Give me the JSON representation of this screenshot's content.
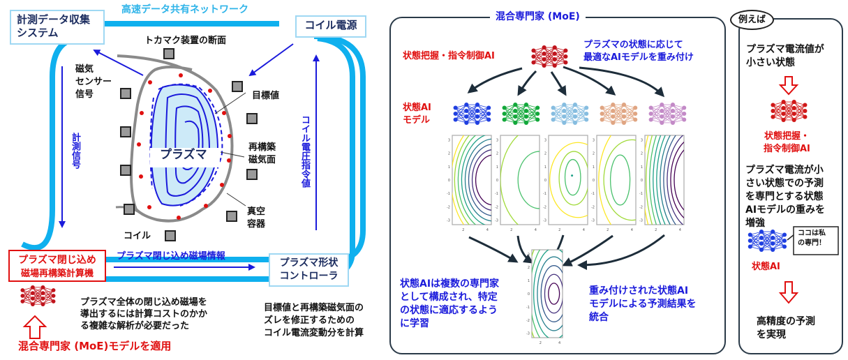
{
  "left": {
    "network_label": "高速データ共有ネットワーク",
    "data_system": [
      "計測データ収集",
      "システム"
    ],
    "coil_power": "コイル電源",
    "tokamak_title": "トカマク装置の断面",
    "sensor_signal": [
      "磁気",
      "センサー",
      "信号"
    ],
    "target_value": "目標値",
    "plasma": "プラズマ",
    "reconstructed_surface": [
      "再構築",
      "磁気面"
    ],
    "vacuum_vessel": [
      "真空",
      "容器"
    ],
    "coil": "コイル",
    "measurement_signal": "計測信号",
    "coil_voltage_command": "コイル電圧指令値",
    "reconstruction_computer": [
      "プラズマ閉じ込め",
      "磁場再構築計算機"
    ],
    "field_info": "プラズマ閉じ込め磁場情報",
    "shape_controller": [
      "プラズマ形状",
      "コントローラ"
    ],
    "cost_note": [
      "プラズマ全体の閉じ込め磁場を",
      "導出するには計算コストのかか",
      "る複雑な解析が必要だった"
    ],
    "controller_note": [
      "目標値と再構築磁気面の",
      "ズレを修正するための",
      "コイル電流変動分を計算"
    ],
    "apply_moe": "混合専門家 (MoE)モデルを適用"
  },
  "moe": {
    "title": "混合専門家 (MoE)",
    "gating_label": "状態把握・指令制御AI",
    "gating_note": [
      "プラズマの状態に応じて",
      "最適なAIモデルを重み付け"
    ],
    "expert_label": [
      "状態AI",
      "モデル"
    ],
    "expert_colors": [
      "#1f3fe0",
      "#12a83a",
      "#86bde0",
      "#e0a582",
      "#c38ac7"
    ],
    "expert_note": [
      "状態AIは複数の専門家",
      "として構成され、特定",
      "の状態に適応するよう",
      "に学習"
    ],
    "combine_note": [
      "重み付けされた状態AI",
      "モデルによる予測結果を",
      "統合"
    ],
    "y_ticks": [
      "3",
      "2",
      "1",
      "0",
      "-1",
      "-2",
      "-3"
    ],
    "x_ticks": [
      "2",
      "4"
    ]
  },
  "example": {
    "badge": "例えば",
    "condition": [
      "プラズマ電流値が",
      "小さい状態"
    ],
    "gating_label": [
      "状態把握・",
      "指令制御AI"
    ],
    "action": [
      "プラズマ電流が小",
      "さい状態での予測",
      "を専門とする状態",
      "AIモデルの重みを",
      "増強"
    ],
    "speech": [
      "ココは私",
      "の専門！"
    ],
    "state_ai": "状態AI",
    "result": [
      "高精度の予測",
      "を実現"
    ]
  }
}
